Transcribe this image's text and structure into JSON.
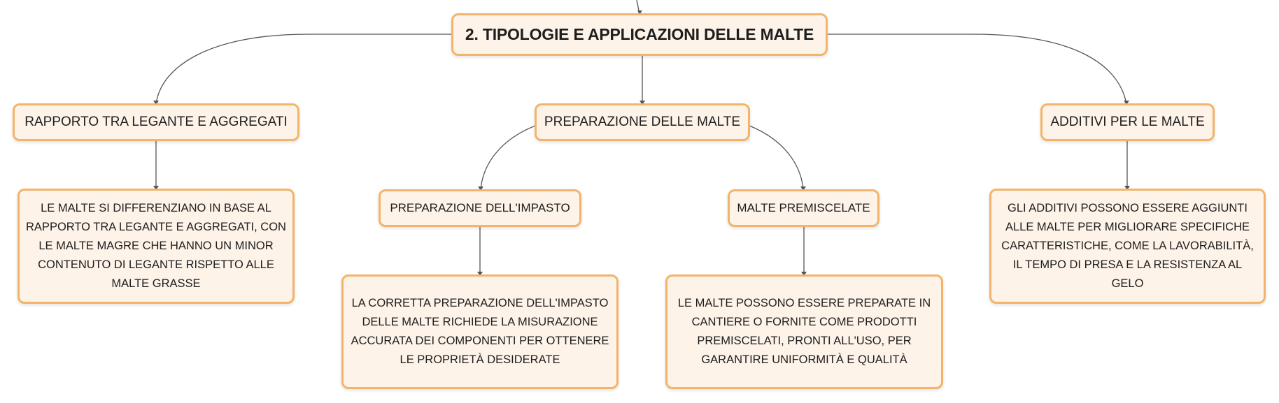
{
  "root": {
    "title": "2. TIPOLOGIE E APPLICAZIONI DELLE MALTE"
  },
  "topics": {
    "left": {
      "label": "RAPPORTO TRA LEGANTE E AGGREGATI"
    },
    "center": {
      "label": "PREPARAZIONE DELLE MALTE"
    },
    "right": {
      "label": "ADDITIVI PER LE MALTE"
    }
  },
  "subtopics": {
    "impasto": {
      "label": "PREPARAZIONE DELL'IMPASTO"
    },
    "premiscelate": {
      "label": "MALTE PREMISCELATE"
    }
  },
  "leaves": {
    "rapporto": [
      "LE MALTE SI DIFFERENZIANO IN BASE AL",
      "RAPPORTO TRA LEGANTE E AGGREGATI, CON",
      "LE MALTE MAGRE CHE HANNO UN MINOR",
      "CONTENUTO DI LEGANTE RISPETTO ALLE",
      "MALTE GRASSE"
    ],
    "impasto": [
      "LA CORRETTA PREPARAZIONE DELL'IMPASTO",
      "DELLE MALTE RICHIEDE LA MISURAZIONE",
      "ACCURATA DEI COMPONENTI PER OTTENERE",
      "LE PROPRIETÀ DESIDERATE"
    ],
    "premiscelate": [
      "LE MALTE POSSONO ESSERE PREPARATE IN",
      "CANTIERE O FORNITE COME PRODOTTI",
      "PREMISCELATI, PRONTI ALL'USO, PER",
      "GARANTIRE UNIFORMITÀ E QUALITÀ"
    ],
    "additivi": [
      "GLI ADDITIVI POSSONO ESSERE AGGIUNTI",
      "ALLE MALTE PER MIGLIORARE SPECIFICHE",
      "CARATTERISTICHE, COME LA LAVORABILITÀ,",
      "IL TEMPO DI PRESA E LA RESISTENZA AL GELO"
    ]
  },
  "colors": {
    "node_fill": "#fdf3e8",
    "node_border": "#f3b46a",
    "connector": "#555555",
    "text": "#1e1e1e"
  }
}
